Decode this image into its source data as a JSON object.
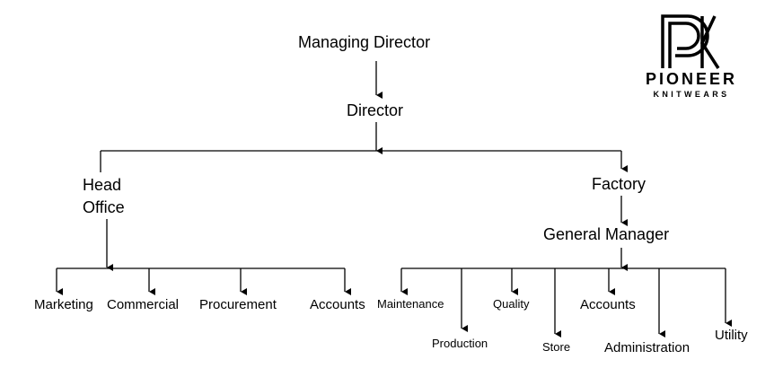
{
  "org_chart": {
    "managing_director": "Managing Director",
    "director": "Director",
    "head_office": {
      "line1": "Head",
      "line2": "Office"
    },
    "factory": "Factory",
    "general_manager": "General Manager",
    "head_office_departments": [
      "Marketing",
      "Commercial",
      "Procurement",
      "Accounts"
    ],
    "factory_departments": [
      "Maintenance",
      "Production",
      "Quality",
      "Store",
      "Accounts",
      "Administration",
      "Utility"
    ]
  },
  "logo": {
    "brand": "PIONEER",
    "tagline": "KNITWEARS"
  }
}
